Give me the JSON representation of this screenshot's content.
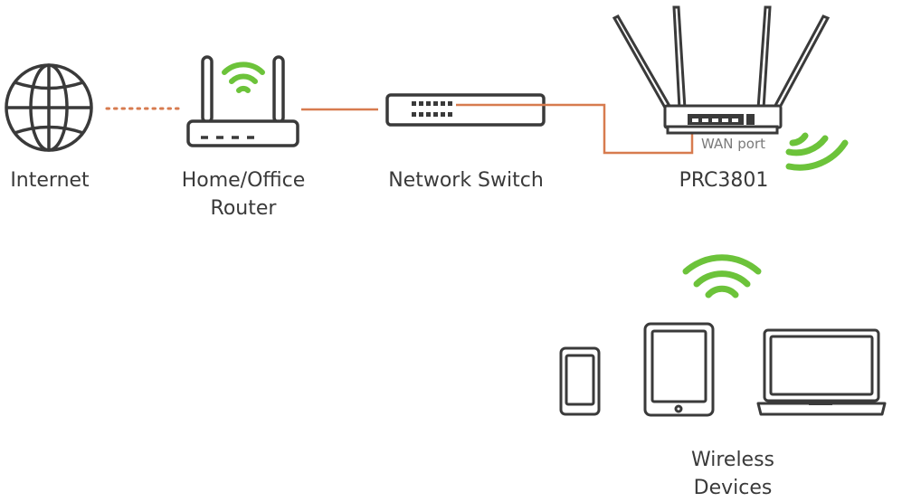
{
  "labels": {
    "internet": "Internet",
    "router": [
      "Home/Office",
      "Router"
    ],
    "switch": "Network Switch",
    "device": "PRC3801",
    "wan_port": "WAN port",
    "wireless": [
      "Wireless",
      "Devices"
    ]
  },
  "colors": {
    "outline": "#3a3a3a",
    "link": "#d77b4f",
    "wifi": "#6cc33a"
  },
  "icons": [
    "globe-icon",
    "router-icon",
    "network-switch-icon",
    "prc3801-router-icon",
    "wifi-icon",
    "smartphone-icon",
    "tablet-icon",
    "laptop-icon"
  ]
}
